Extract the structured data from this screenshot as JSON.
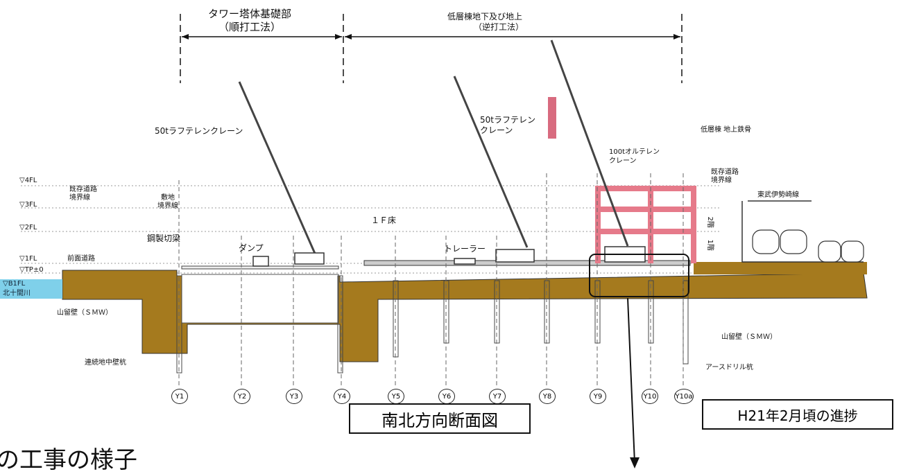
{
  "header": {
    "left_title": "タワー塔体基礎部",
    "left_sub": "（順打工法）",
    "right_title": "低層棟地下及び地上",
    "right_sub": "（逆打工法）"
  },
  "labels": {
    "crane_50t_left": "50tラフテレンクレーン",
    "crane_50t_mid_1": "50tラフテレン",
    "crane_50t_mid_2": "クレーン",
    "crane_100t_1": "100tオルテレン",
    "crane_100t_2": "クレーン",
    "low_rise_steel": "低層棟 地上鉄骨",
    "existing_road_boundary_left_1": "既存道路",
    "existing_road_boundary_left_2": "境界線",
    "site_boundary_1": "敷地",
    "site_boundary_2": "境界線",
    "existing_road_boundary_right_1": "既存道路",
    "existing_road_boundary_right_2": "境界線",
    "tobu_line": "東武伊勢崎線",
    "floor_1f": "１Ｆ床",
    "steel_strut": "鋼製切梁",
    "dump": "ダンプ",
    "trailer": "トレーラー",
    "front_road": "前面道路",
    "retaining_wall_left": "山留壁（ＳＭＷ）",
    "retaining_wall_right": "山留壁（ＳＭＷ）",
    "diaphragm_pile": "連続地中壁杭",
    "earth_drill_pile": "アースドリル杭",
    "river": "北十間川",
    "floor_2": "2階",
    "floor_1": "1階"
  },
  "levels": [
    "▽4FL",
    "▽3FL",
    "▽2FL",
    "▽1FL",
    "▽TP±0",
    "▽B1FL"
  ],
  "axes": [
    "Y1",
    "Y2",
    "Y3",
    "Y4",
    "Y5",
    "Y6",
    "Y7",
    "Y8",
    "Y9",
    "Y10",
    "Y10a"
  ],
  "caption": "南北方向断面図",
  "progress": "H21年2月頃の進捗",
  "bottom_text": "の工事の様子",
  "colors": {
    "soil": "#a57a1e",
    "steel_frame": "#e67a8a",
    "river": "#7fd0ea"
  }
}
